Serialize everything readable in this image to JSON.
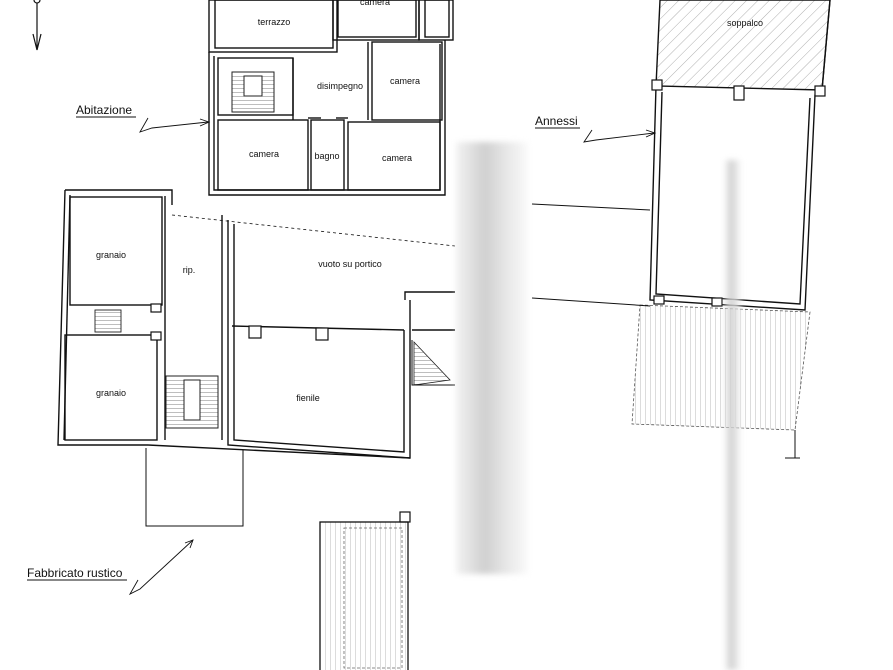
{
  "plan": {
    "north_icon": "north-arrow",
    "abitazione": {
      "callout": "Abitazione",
      "rooms": {
        "terrazzo": "terrazzo",
        "camera_top": "camera",
        "disimpegno": "disimpegno",
        "camera_right": "camera",
        "camera_left": "camera",
        "bagno": "bagno",
        "camera_bottom": "camera"
      }
    },
    "fabbricato": {
      "callout": "Fabbricato rustico",
      "rooms": {
        "granaio_top": "granaio",
        "rip": "rip.",
        "vuoto": "vuoto su portico",
        "granaio_bottom": "granaio",
        "fienile": "fienile"
      }
    },
    "annessi": {
      "callout": "Annessi",
      "rooms": {
        "soppalco": "soppalco"
      }
    },
    "colors": {
      "line": "#111111",
      "hatch": "#8a8a8a",
      "redact": "#cfcfcf"
    }
  }
}
